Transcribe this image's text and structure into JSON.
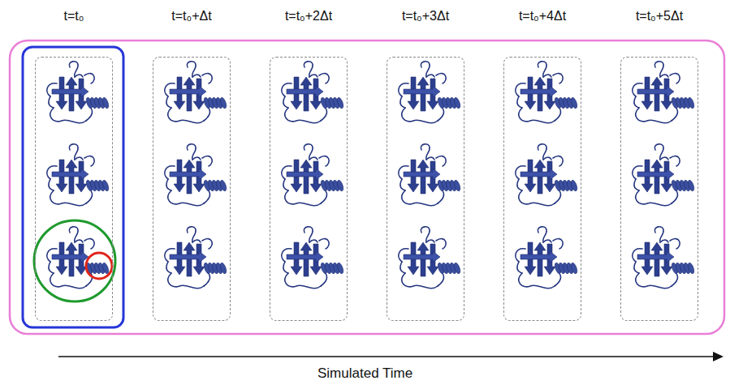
{
  "diagram": {
    "nodes": [
      {
        "text": [
          "t=t₀"
        ]
      },
      {
        "text": [
          "t=t₀+Δt"
        ]
      },
      {
        "text": [
          "t=t₀+2Δt"
        ]
      },
      {
        "text": [
          "t=t₀+3Δt"
        ]
      },
      {
        "text": [
          "t=t₀+4Δt"
        ]
      },
      {
        "text": [
          "t=t₀+5Δt"
        ]
      }
    ],
    "labels": [
      "Simulated Time"
    ]
  }
}
